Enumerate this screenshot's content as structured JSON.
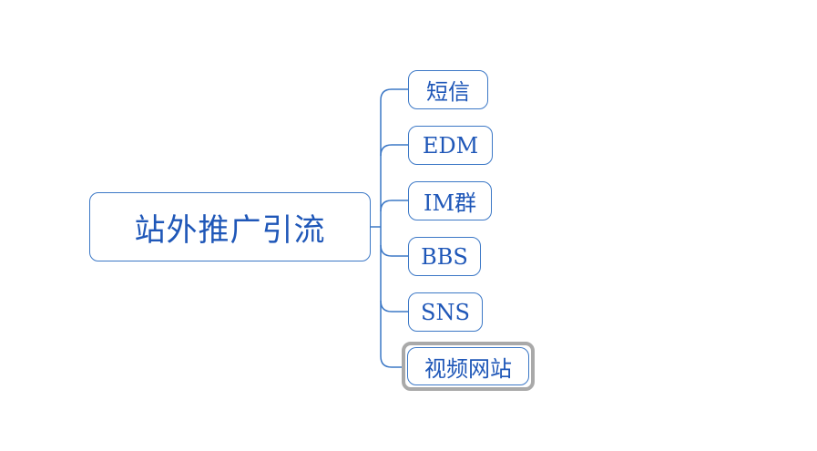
{
  "mindmap": {
    "root": {
      "label": "站外推广引流"
    },
    "children": [
      {
        "label": "短信",
        "selected": false
      },
      {
        "label": "EDM",
        "selected": false
      },
      {
        "label": "IM群",
        "selected": false
      },
      {
        "label": "BBS",
        "selected": false
      },
      {
        "label": "SNS",
        "selected": false
      },
      {
        "label": "视频网站",
        "selected": true
      }
    ]
  },
  "colors": {
    "node_border": "#3c78c6",
    "node_text": "#1f57b8",
    "connector_line": "#3c78c6",
    "selection_border": "#a9a9a9",
    "background": "#ffffff"
  }
}
